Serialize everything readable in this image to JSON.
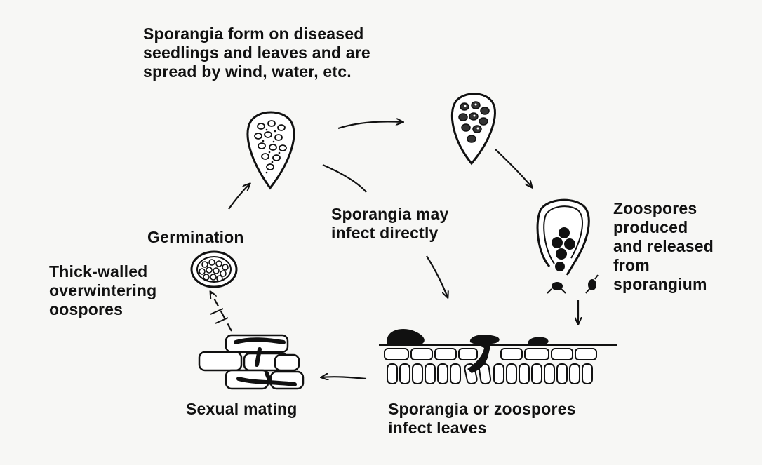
{
  "labels": {
    "sporangia_form": "Sporangia form on diseased\nseedlings and leaves and are\nspread by wind, water, etc.",
    "infect_directly": "Sporangia may\ninfect directly",
    "zoospores_released": "Zoospores\nproduced\nand released\nfrom\nsporangium",
    "germination": "Germination",
    "oospores": "Thick-walled\noverwintering\noospores",
    "sexual_mating": "Sexual mating",
    "infect_leaves": "Sporangia or zoospores\ninfect leaves"
  },
  "colors": {
    "ink": "#111111",
    "paper": "#f7f7f5"
  }
}
